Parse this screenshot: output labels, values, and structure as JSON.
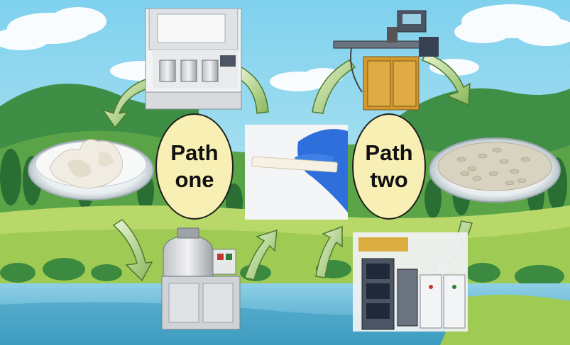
{
  "labels": {
    "path_one": "Path\none",
    "path_two": "Path\ntwo"
  },
  "colors": {
    "sky_top": "#7fd1ee",
    "sky_bottom": "#cfeef2",
    "hill_dark": "#2f7d3c",
    "hill_mid": "#5aa447",
    "field_light": "#b9d86a",
    "water": "#66b9d7",
    "arrow_fill": "#a9cf7a",
    "arrow_edge": "#4d7a2f",
    "oval_fill": "#f7efb4",
    "glove_blue": "#2f6fdc"
  },
  "photos": [
    "ball-mill-machine",
    "fiber-clumps-in-dish",
    "high-speed-mixer",
    "extruder-machine",
    "pellets-in-dish",
    "production-line-machine",
    "gloved-hand-holding-sample"
  ],
  "arrows": [
    "arrow-left-top",
    "arrow-left-bottom-down",
    "arrow-left-bottom-up",
    "arrow-right-top",
    "arrow-right-bottom",
    "arrow-center-bottom-up"
  ]
}
